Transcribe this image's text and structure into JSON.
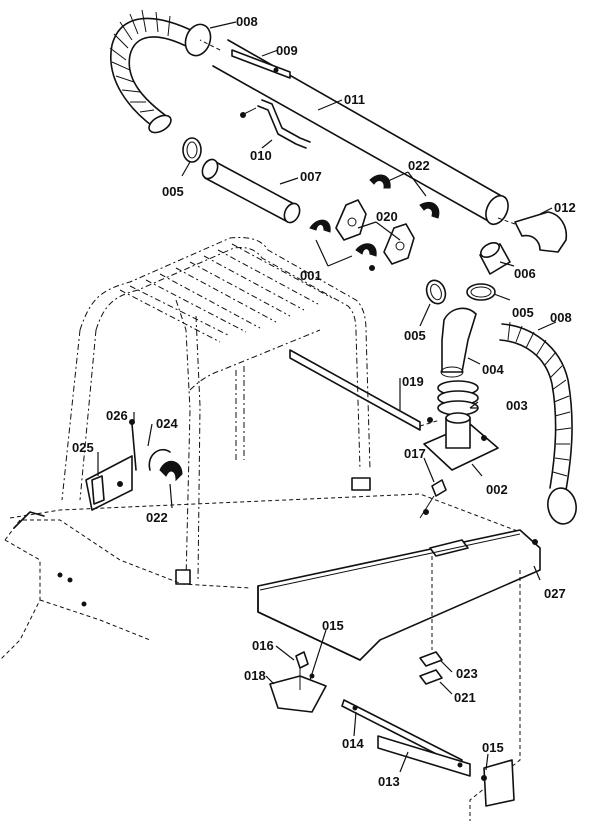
{
  "callouts": [
    {
      "id": "008a",
      "text": "008"
    },
    {
      "id": "009",
      "text": "009"
    },
    {
      "id": "011",
      "text": "011"
    },
    {
      "id": "010",
      "text": "010"
    },
    {
      "id": "005a",
      "text": "005"
    },
    {
      "id": "007",
      "text": "007"
    },
    {
      "id": "022a",
      "text": "022"
    },
    {
      "id": "012",
      "text": "012"
    },
    {
      "id": "020",
      "text": "020"
    },
    {
      "id": "001",
      "text": "001"
    },
    {
      "id": "006",
      "text": "006"
    },
    {
      "id": "005b",
      "text": "005"
    },
    {
      "id": "008b",
      "text": "008"
    },
    {
      "id": "005c",
      "text": "005"
    },
    {
      "id": "004",
      "text": "004"
    },
    {
      "id": "019",
      "text": "019"
    },
    {
      "id": "003",
      "text": "003"
    },
    {
      "id": "026",
      "text": "026"
    },
    {
      "id": "024",
      "text": "024"
    },
    {
      "id": "025",
      "text": "025"
    },
    {
      "id": "017",
      "text": "017"
    },
    {
      "id": "002",
      "text": "002"
    },
    {
      "id": "022b",
      "text": "022"
    },
    {
      "id": "027",
      "text": "027"
    },
    {
      "id": "015a",
      "text": "015"
    },
    {
      "id": "016",
      "text": "016"
    },
    {
      "id": "018",
      "text": "018"
    },
    {
      "id": "023",
      "text": "023"
    },
    {
      "id": "021",
      "text": "021"
    },
    {
      "id": "014",
      "text": "014"
    },
    {
      "id": "015b",
      "text": "015"
    },
    {
      "id": "013",
      "text": "013"
    }
  ]
}
